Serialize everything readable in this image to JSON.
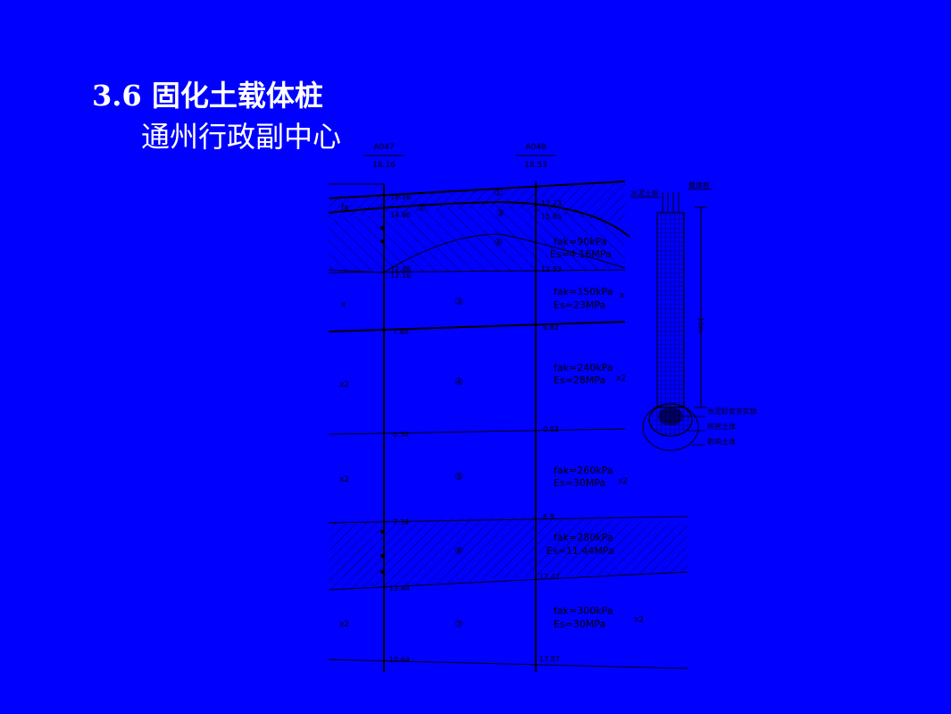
{
  "slide": {
    "title": "3.6 固化土载体桩",
    "subtitle": "通州行政副中心"
  },
  "section_drawing": {
    "boreholes": [
      {
        "id": "A047",
        "elevation": "18.16"
      },
      {
        "id": "A048",
        "elevation": "18.53"
      }
    ],
    "left_levels": [
      "18.16",
      "14.86",
      "12.48",
      "12.16",
      "7.88",
      "0.34",
      "7.34",
      "12.44",
      "10.64"
    ],
    "right_levels": [
      "17.23",
      "15.85",
      "12.53",
      "6.82",
      "0.03",
      "6.8",
      "12.47",
      "17.87"
    ],
    "layer_markers": [
      "①",
      "②",
      "③",
      "④",
      "③",
      "④",
      "⑤",
      "⑥",
      "⑦"
    ],
    "layer_labels": [
      {
        "line1": "fak=90kPa",
        "line2": "Es=4.16MPa"
      },
      {
        "line1": "fak=150kPa",
        "line2": "Es=23MPa"
      },
      {
        "line1": "fak=240kPa",
        "line2": "Es=28MPa"
      },
      {
        "line1": "fak=260kPa",
        "line2": "Es=30MPa"
      },
      {
        "line1": "fak=280kPa",
        "line2": "Es=11.44MPa"
      },
      {
        "line1": "fak=300kPa",
        "line2": "Es=30MPa"
      }
    ],
    "side_codes": [
      "fx",
      "x",
      "x2",
      "x2",
      "x2"
    ],
    "right_codes": [
      "x",
      "x2",
      "x2",
      "x2"
    ],
    "pile_labels": {
      "top_left": "水泥土桩",
      "top_right": "载体桩",
      "length": "10m",
      "callouts": [
        "水泥砂浆夯实体",
        "挤密土体",
        "影响土体"
      ]
    }
  },
  "colors": {
    "background": "#0000ff",
    "ink": "#000000",
    "title": "#ffffff"
  }
}
